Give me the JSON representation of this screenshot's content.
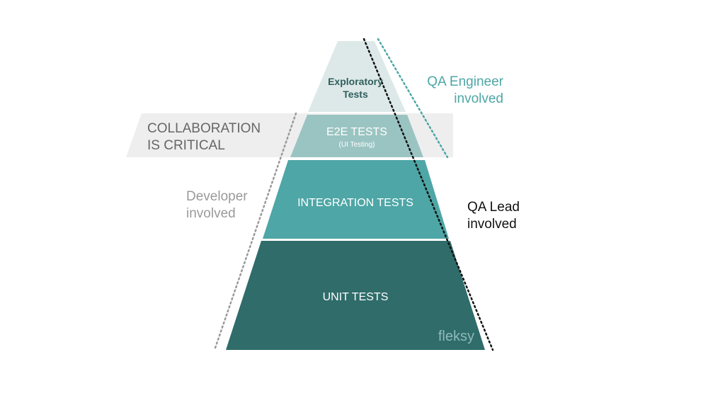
{
  "layers": {
    "exploratory": {
      "line1": "Exploratory",
      "line2": "Tests"
    },
    "e2e": {
      "title": "E2E TESTS",
      "subtitle": "(UI Testing)"
    },
    "integration": {
      "title": "INTEGRATION TESTS"
    },
    "unit": {
      "title": "UNIT TESTS"
    }
  },
  "annotations": {
    "collaboration": {
      "line1": "COLLABORATION",
      "line2": "IS CRITICAL"
    },
    "developer": {
      "line1": "Developer",
      "line2": "involved"
    },
    "qa_engineer": {
      "line1": "QA Engineer",
      "line2": "involved"
    },
    "qa_lead": {
      "line1": "QA Lead",
      "line2": "involved"
    }
  },
  "brand": {
    "watermark": "fleksy"
  },
  "colors": {
    "exploratory": "#dde9e8",
    "e2e": "#9ac4c2",
    "integration": "#4ea6a6",
    "unit": "#2f6c6a",
    "collab_band": "#eeeeee",
    "qa_engineer": "#4ea6a6",
    "developer": "#9a9a9a",
    "qa_lead": "#111111"
  }
}
